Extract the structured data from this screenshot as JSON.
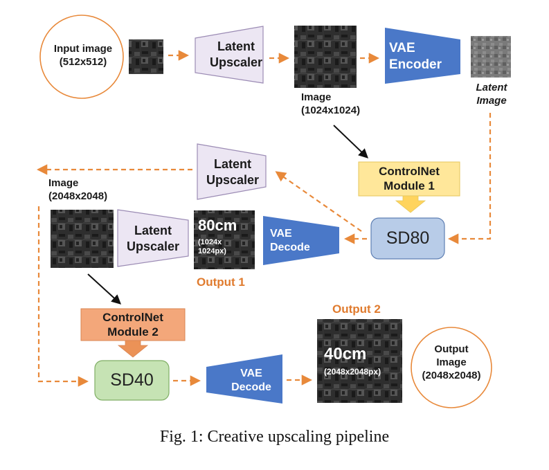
{
  "input": {
    "line1": "Input image",
    "line2": "(512x512)"
  },
  "latent_upscaler_1": {
    "line1": "Latent",
    "line2": "Upscaler"
  },
  "image_1024": {
    "line1": "Image",
    "line2": "(1024x1024)"
  },
  "vae_encoder": {
    "line1": "VAE",
    "line2": "Encoder"
  },
  "latent_image": {
    "line1": "Latent",
    "line2": "Image"
  },
  "controlnet_1": {
    "line1": "ControlNet",
    "line2": "Module 1"
  },
  "latent_upscaler_2": {
    "line1": "Latent",
    "line2": "Upscaler"
  },
  "image_2048": {
    "line1": "Image",
    "line2": "(2048x2048)"
  },
  "sd80": {
    "label": "SD80"
  },
  "vae_decode_1": {
    "line1": "VAE",
    "line2": "Decode"
  },
  "output_1": {
    "title": "Output 1",
    "res": "80cm",
    "line1": "(1024x",
    "line2": "1024px)"
  },
  "latent_upscaler_3": {
    "line1": "Latent",
    "line2": "Upscaler"
  },
  "controlnet_2": {
    "line1": "ControlNet",
    "line2": "Module 2"
  },
  "sd40": {
    "label": "SD40"
  },
  "vae_decode_2": {
    "line1": "VAE",
    "line2": "Decode"
  },
  "output_2": {
    "title": "Output 2",
    "res": "40cm",
    "px": "(2048x2048px)"
  },
  "output_image": {
    "line1": "Output",
    "line2": "Image",
    "line3": "(2048x2048)"
  },
  "caption": "Fig. 1: Creative upscaling pipeline",
  "colors": {
    "orange_arrow": "#e8893a",
    "upscaler_fill": "#ece6f3",
    "upscaler_stroke": "#9b8bb4",
    "vae_fill": "#4a78c8",
    "controlnet1_fill": "#ffe79a",
    "controlnet2_fill": "#f3a77a",
    "sd80_fill": "#b8cce8",
    "sd40_fill": "#c6e3b4",
    "circle_stroke": "#e8893a"
  }
}
